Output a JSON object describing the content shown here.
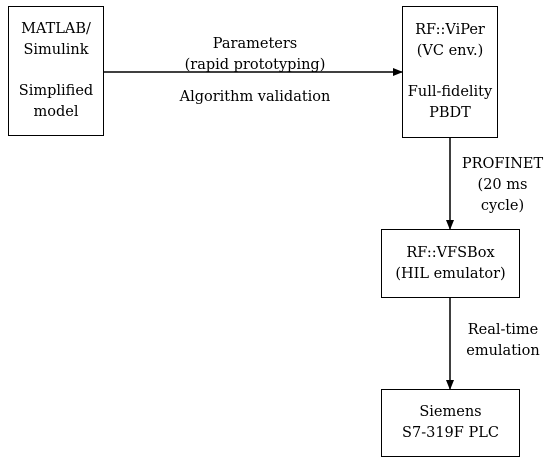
{
  "boxes": {
    "matlab": {
      "line1": "MATLAB/",
      "line2": "Simulink",
      "line3": "Simplified",
      "line4": "model"
    },
    "viper": {
      "line1": "RF::ViPer",
      "line2": "(VC env.)",
      "line3": "Full-fidelity",
      "line4": "PBDT"
    },
    "vfsbox": {
      "line1": "RF::VFSBox",
      "line2": "(HIL emulator)"
    },
    "plc": {
      "line1": "Siemens",
      "line2": "S7-319F PLC"
    }
  },
  "edges": {
    "matlab_to_viper": {
      "line1": "Parameters",
      "line2": "(rapid prototyping)",
      "line3": "Algorithm validation"
    },
    "viper_to_vfsbox": {
      "line1": "PROFINET",
      "line2": "(20 ms cycle)"
    },
    "vfsbox_to_plc": {
      "line1": "Real-time",
      "line2": "emulation"
    }
  }
}
